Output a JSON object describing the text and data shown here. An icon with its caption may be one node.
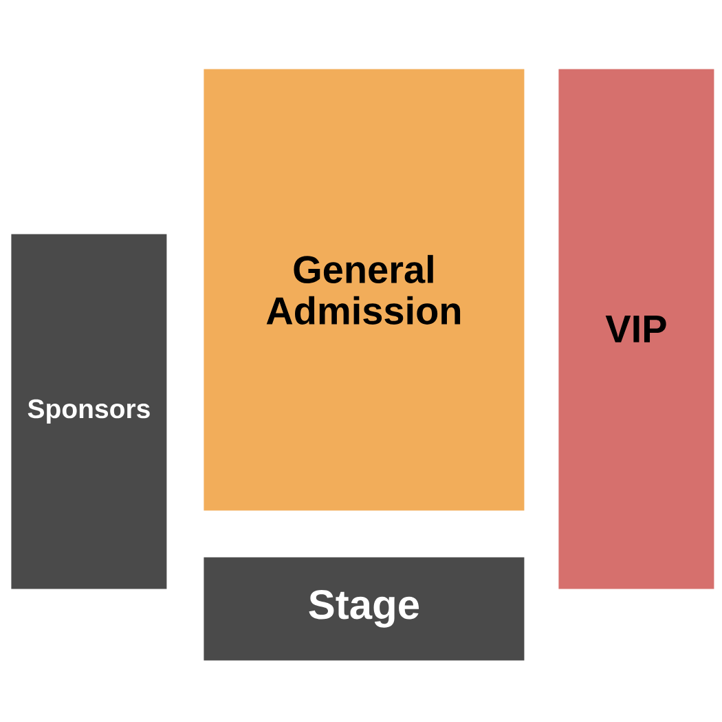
{
  "diagram": {
    "nodes": [
      {
        "text": [
          "General Admission"
        ]
      },
      {
        "text": [
          "VIP"
        ]
      },
      {
        "text": [
          "Sponsors"
        ]
      },
      {
        "text": [
          "Stage"
        ]
      }
    ]
  }
}
